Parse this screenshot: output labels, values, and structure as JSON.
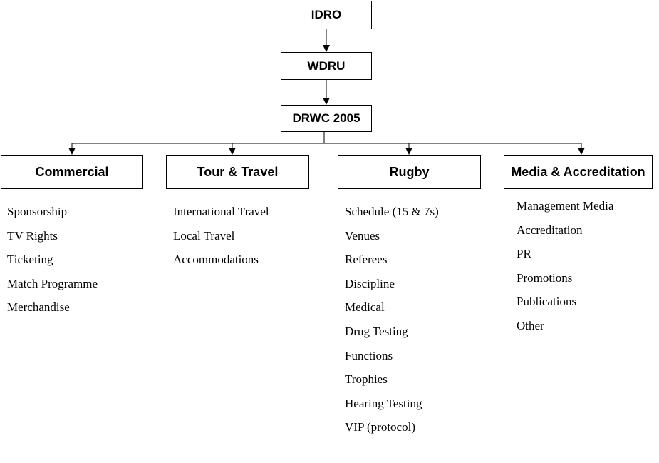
{
  "hierarchy": [
    "IDRO",
    "WDRU",
    "DRWC 2005"
  ],
  "departments": [
    {
      "name": "Commercial",
      "items": [
        "Sponsorship",
        "TV Rights",
        "Ticketing",
        "Match Programme",
        "Merchandise"
      ]
    },
    {
      "name": "Tour & Travel",
      "items": [
        "International Travel",
        "Local Travel",
        "Accommodations"
      ]
    },
    {
      "name": "Rugby",
      "items": [
        "Schedule (15 & 7s)",
        "Venues",
        "Referees",
        "Discipline",
        "Medical",
        "Drug Testing",
        "Functions",
        "Trophies",
        "Hearing Testing",
        "VIP (protocol)"
      ]
    },
    {
      "name": "Media & Accreditation",
      "items": [
        "Management Media",
        "Accreditation",
        "PR",
        "Promotions",
        "Publications",
        "Other"
      ]
    }
  ]
}
